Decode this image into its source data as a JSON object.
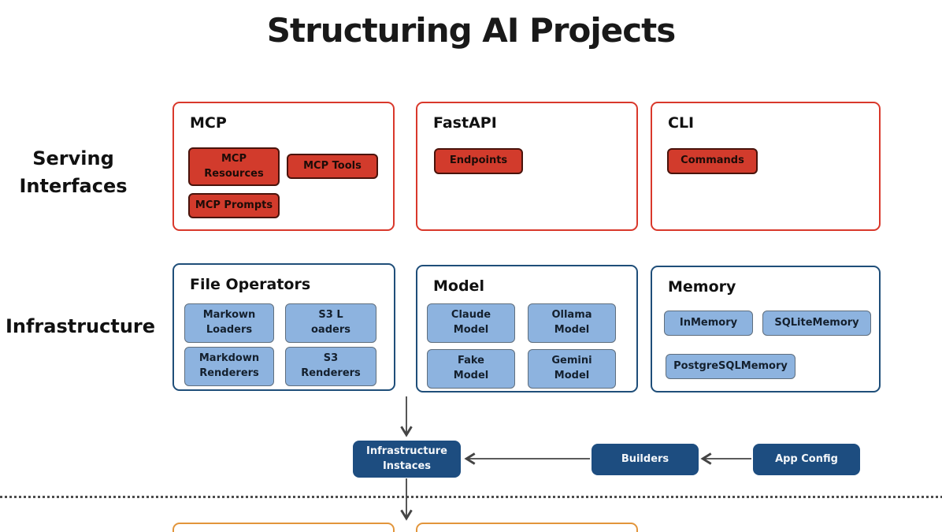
{
  "title": "Structuring AI Projects",
  "row_labels": {
    "serving": "Serving Interfaces",
    "infrastructure": "Infrastructure"
  },
  "serving": {
    "groups": [
      {
        "title": "MCP",
        "chips": [
          "MCP Resources",
          "MCP Tools",
          "MCP Prompts"
        ]
      },
      {
        "title": "FastAPI",
        "chips": [
          "Endpoints"
        ]
      },
      {
        "title": "CLI",
        "chips": [
          "Commands"
        ]
      }
    ]
  },
  "infrastructure": {
    "groups": [
      {
        "title": "File Operators",
        "chips": [
          "Markown Loaders",
          "S3 L oaders",
          "Markdown Renderers",
          "S3 Renderers"
        ]
      },
      {
        "title": "Model",
        "chips": [
          "Claude Model",
          "Ollama Model",
          "Fake Model",
          "Gemini Model"
        ]
      },
      {
        "title": "Memory",
        "chips": [
          "InMemory",
          "SQLiteMemory",
          "PostgreSQLMemory"
        ]
      }
    ]
  },
  "flow": {
    "infrastructure_instances": "Infrastructure Instaces",
    "builders": "Builders",
    "app_config": "App Config"
  },
  "colors": {
    "serving_border": "#d9382b",
    "serving_chip_fill": "#d23b2c",
    "infrastructure_border": "#1f4e79",
    "infrastructure_chip_fill": "#8db3df",
    "flow_box_fill": "#1d4d80",
    "bottom_box_border": "#e2953b",
    "arrow": "#444444"
  }
}
